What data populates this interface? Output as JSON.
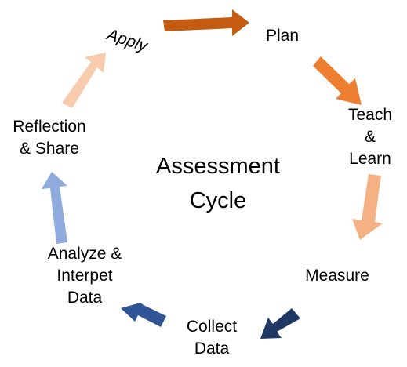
{
  "center": {
    "line1": "Assessment",
    "line2": "Cycle"
  },
  "steps": {
    "plan": {
      "lines": [
        "Plan"
      ]
    },
    "teach_learn": {
      "lines": [
        "Teach",
        "&",
        "Learn"
      ]
    },
    "measure": {
      "lines": [
        "Measure"
      ]
    },
    "collect_data": {
      "lines": [
        "Collect",
        "Data"
      ]
    },
    "analyze_data": {
      "lines": [
        "Analyze &",
        "Interpet",
        "Data"
      ]
    },
    "reflection_share": {
      "lines": [
        "Reflection",
        "& Share"
      ]
    },
    "apply": {
      "lines": [
        "Apply"
      ]
    }
  },
  "arrow_colors": {
    "apply_to_plan": "#C55A11",
    "plan_to_teach": "#ED7D31",
    "teach_to_measure": "#F4B183",
    "measure_to_collect": "#203864",
    "collect_to_analyze": "#2F5597",
    "analyze_to_reflection": "#8FAADC",
    "reflection_to_apply": "#F8CBAD"
  }
}
